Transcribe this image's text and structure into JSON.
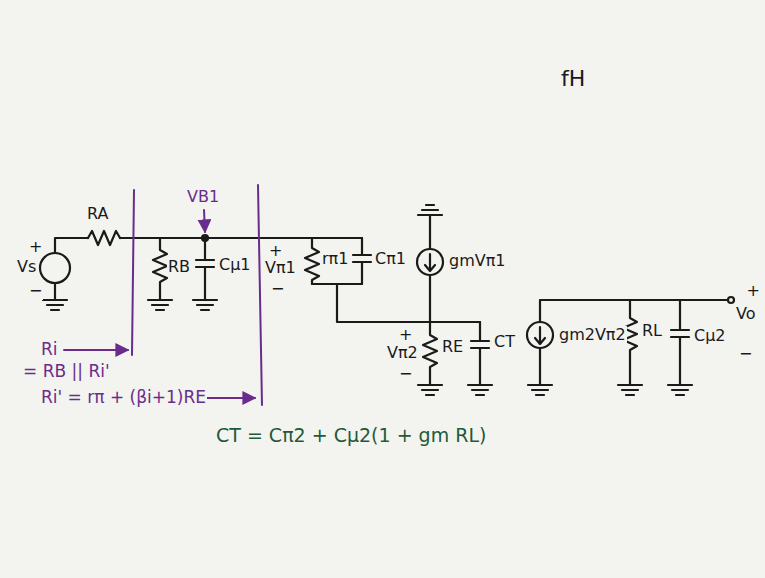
{
  "diagram": {
    "labels": [
      "fH",
      "+",
      "Vs",
      "−",
      "RA",
      "VB1",
      "RB",
      "Cμ1",
      "+",
      "Vπ1",
      "−",
      "rπ1",
      "Cπ1",
      "gmVπ1",
      "+",
      "Vπ2",
      "−",
      "RE",
      "CT",
      "gm2Vπ2",
      "RL",
      "Cμ2",
      "+",
      "Vo",
      "−",
      "Ri",
      "= RB || Ri'",
      "Ri' = rπ + (βi+1)RE",
      "CT = Cπ2 + Cμ2(1 + gm RL)"
    ]
  }
}
